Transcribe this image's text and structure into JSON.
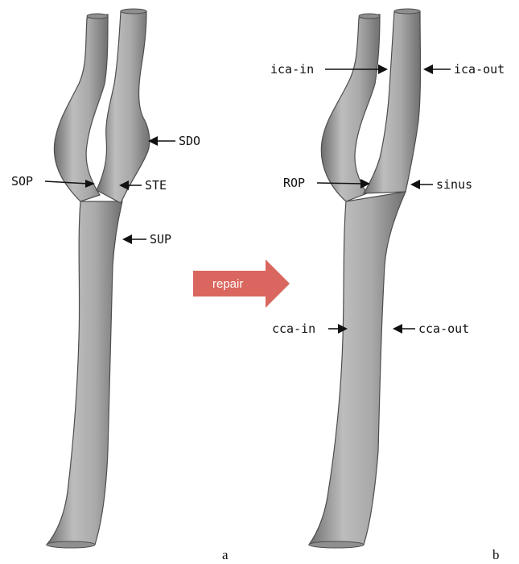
{
  "panel_a": {
    "caption": "a",
    "labels": {
      "sop": "SOP",
      "sdo": "SDO",
      "ste": "STE",
      "sup": "SUP"
    }
  },
  "panel_b": {
    "caption": "b",
    "labels": {
      "ica_in": "ica-in",
      "ica_out": "ica-out",
      "rop": "ROP",
      "sinus": "sinus",
      "cca_in": "cca-in",
      "cca_out": "cca-out"
    }
  },
  "transition": {
    "label": "repair",
    "color": "#d9675f"
  },
  "colors": {
    "vessel_light": "#bdbdbd",
    "vessel_dark": "#6e6e6e",
    "outline": "#4d4d4d"
  }
}
